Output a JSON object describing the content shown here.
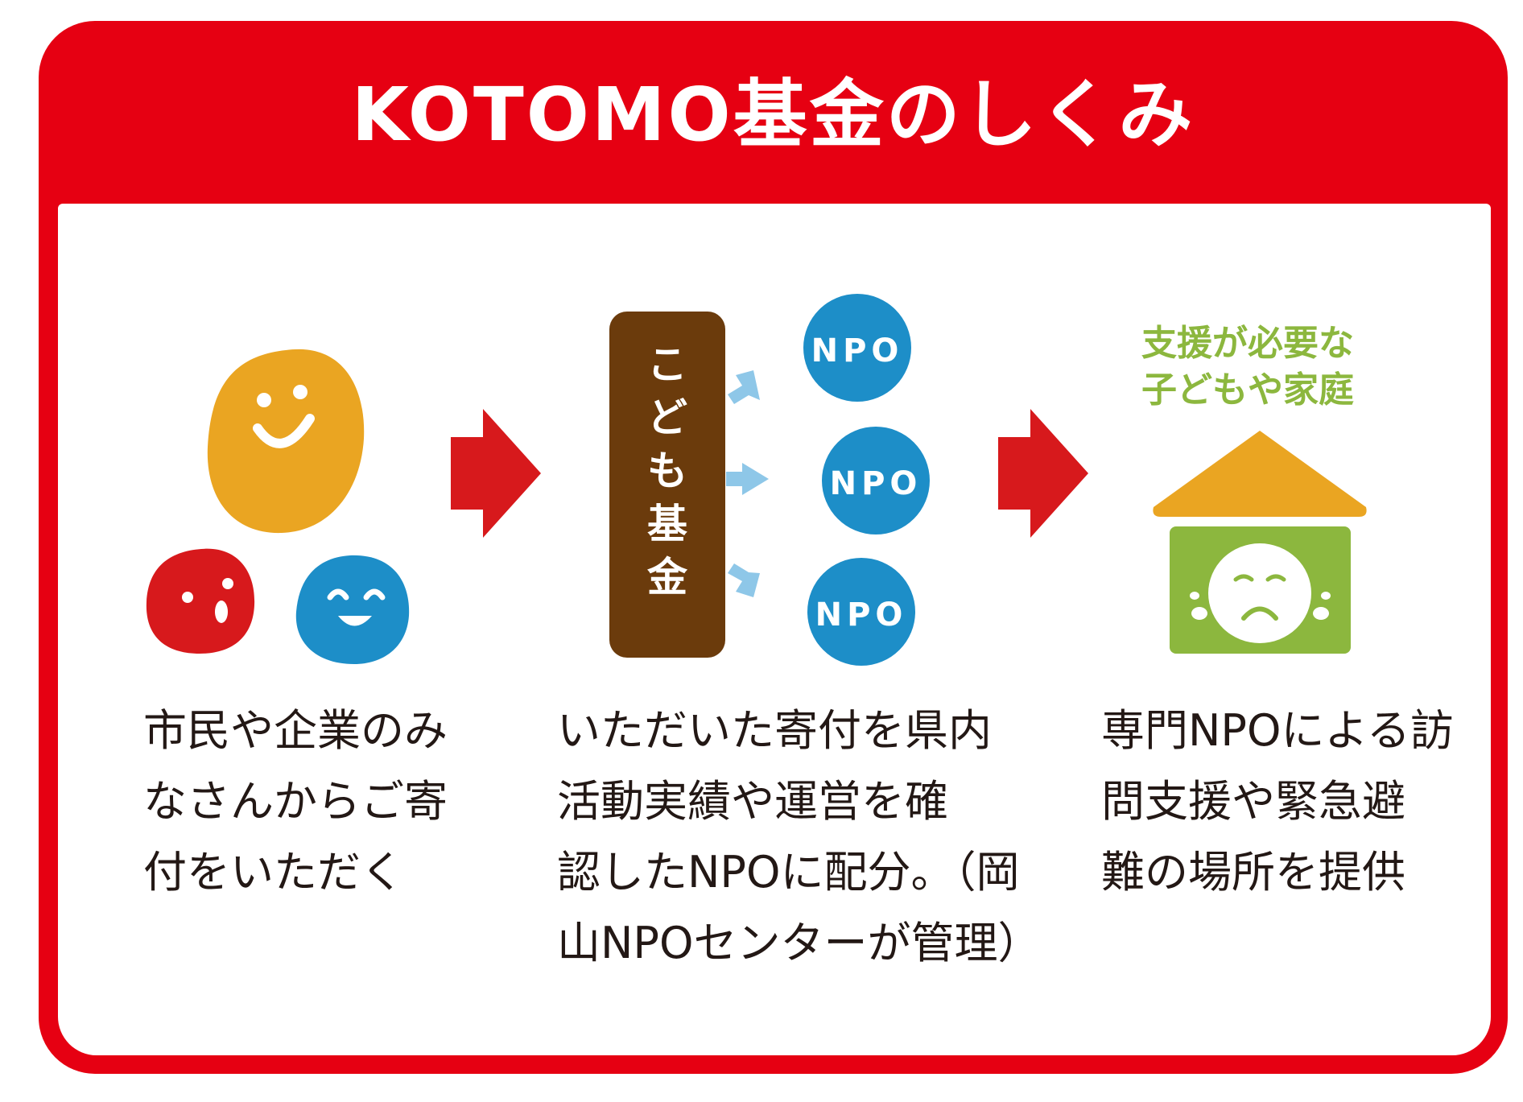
{
  "title": "KOTOMO基金のしくみ",
  "colors": {
    "frame_red": "#e60012",
    "arrow_red": "#d7191c",
    "donor_orange": "#eaa522",
    "donor_red": "#d7191c",
    "donor_blue": "#1d8ec8",
    "fund_brown": "#6b3b0c",
    "npo_blue": "#1d8ec8",
    "small_arrow_blue": "#8ec7e8",
    "house_roof": "#eaa522",
    "house_wall": "#8cb73e",
    "label_green": "#8cb73e"
  },
  "icons": {
    "donors": "smiling-faces-icon",
    "fund": "kodomo-fund-box",
    "npo": "npo-circle-icon",
    "house": "house-with-crying-child-icon"
  },
  "fund": {
    "label": "こども基金"
  },
  "npo_labels": [
    "NPO",
    "NPO",
    "NPO"
  ],
  "target": {
    "label_lines": [
      "支援が必要な",
      "子どもや家庭"
    ]
  },
  "steps": [
    {
      "lines": [
        "市民や企業のみ",
        "なさんからご寄",
        "付をいただく"
      ]
    },
    {
      "lines": [
        "いただいた寄付を県内",
        "活動実績や運営を確",
        "認したNPOに配分。（岡",
        "山NPOセンターが管理）"
      ]
    },
    {
      "lines": [
        "専門NPOによる訪",
        "問支援や緊急避",
        "難の場所を提供"
      ]
    }
  ]
}
